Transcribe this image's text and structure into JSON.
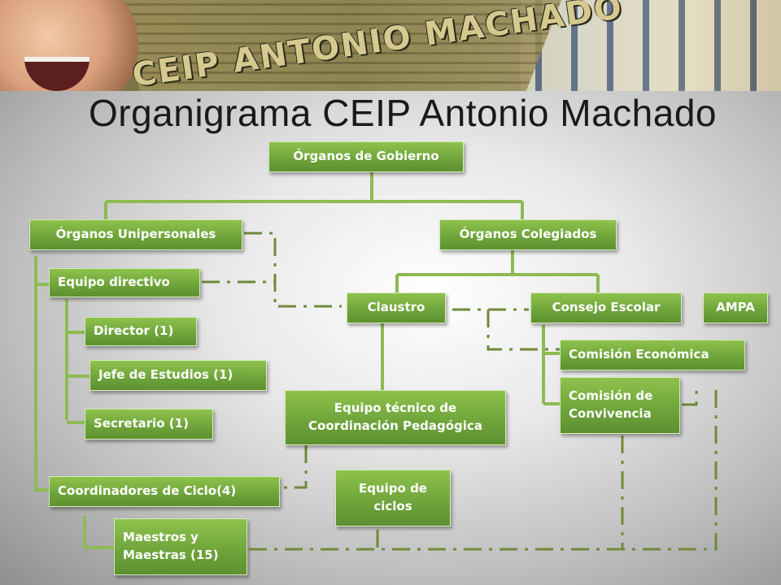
{
  "banner": {
    "wordmark": "CEIP ANTONIO MACHADO"
  },
  "title": "Organigrama CEIP Antonio Machado",
  "colors": {
    "node_fill": "#6da33a",
    "connector": "#8dbb52",
    "dash": "#6f8a3a"
  },
  "nodes": {
    "organos_gobierno": "Órganos de Gobierno",
    "organos_unipersonales": "Órganos Unipersonales",
    "organos_colegiados": "Órganos Colegiados",
    "equipo_directivo": "Equipo directivo",
    "claustro": "Claustro",
    "consejo_escolar": "Consejo Escolar",
    "ampa": "AMPA",
    "director": "Director (1)",
    "jefe_estudios": "Jefe de Estudios (1)",
    "secretario": "Secretario (1)",
    "comision_economica": "Comisión Económica",
    "comision_convivencia": "Comisión de Convivencia",
    "equipo_tecnico": "Equipo técnico de Coordinación Pedagógica",
    "coordinadores_ciclo": "Coordinadores de Ciclo(4)",
    "equipo_ciclos": "Equipo de ciclos",
    "maestros": "Maestros y Maestras (15)"
  }
}
